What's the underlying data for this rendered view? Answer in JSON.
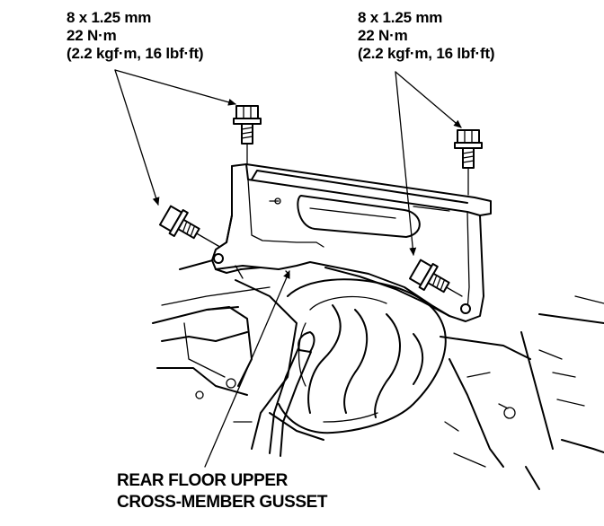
{
  "callouts": {
    "left_bolt_spec": {
      "size": "8 x 1.25 mm",
      "torque_nm": "22 N·m",
      "torque_alt": "(2.2 kgf·m, 16 lbf·ft)"
    },
    "right_bolt_spec": {
      "size": "8 x 1.25 mm",
      "torque_nm": "22 N·m",
      "torque_alt": "(2.2 kgf·m, 16 lbf·ft)"
    }
  },
  "part_label": {
    "line1": "REAR FLOOR UPPER",
    "line2": "CROSS-MEMBER GUSSET"
  }
}
